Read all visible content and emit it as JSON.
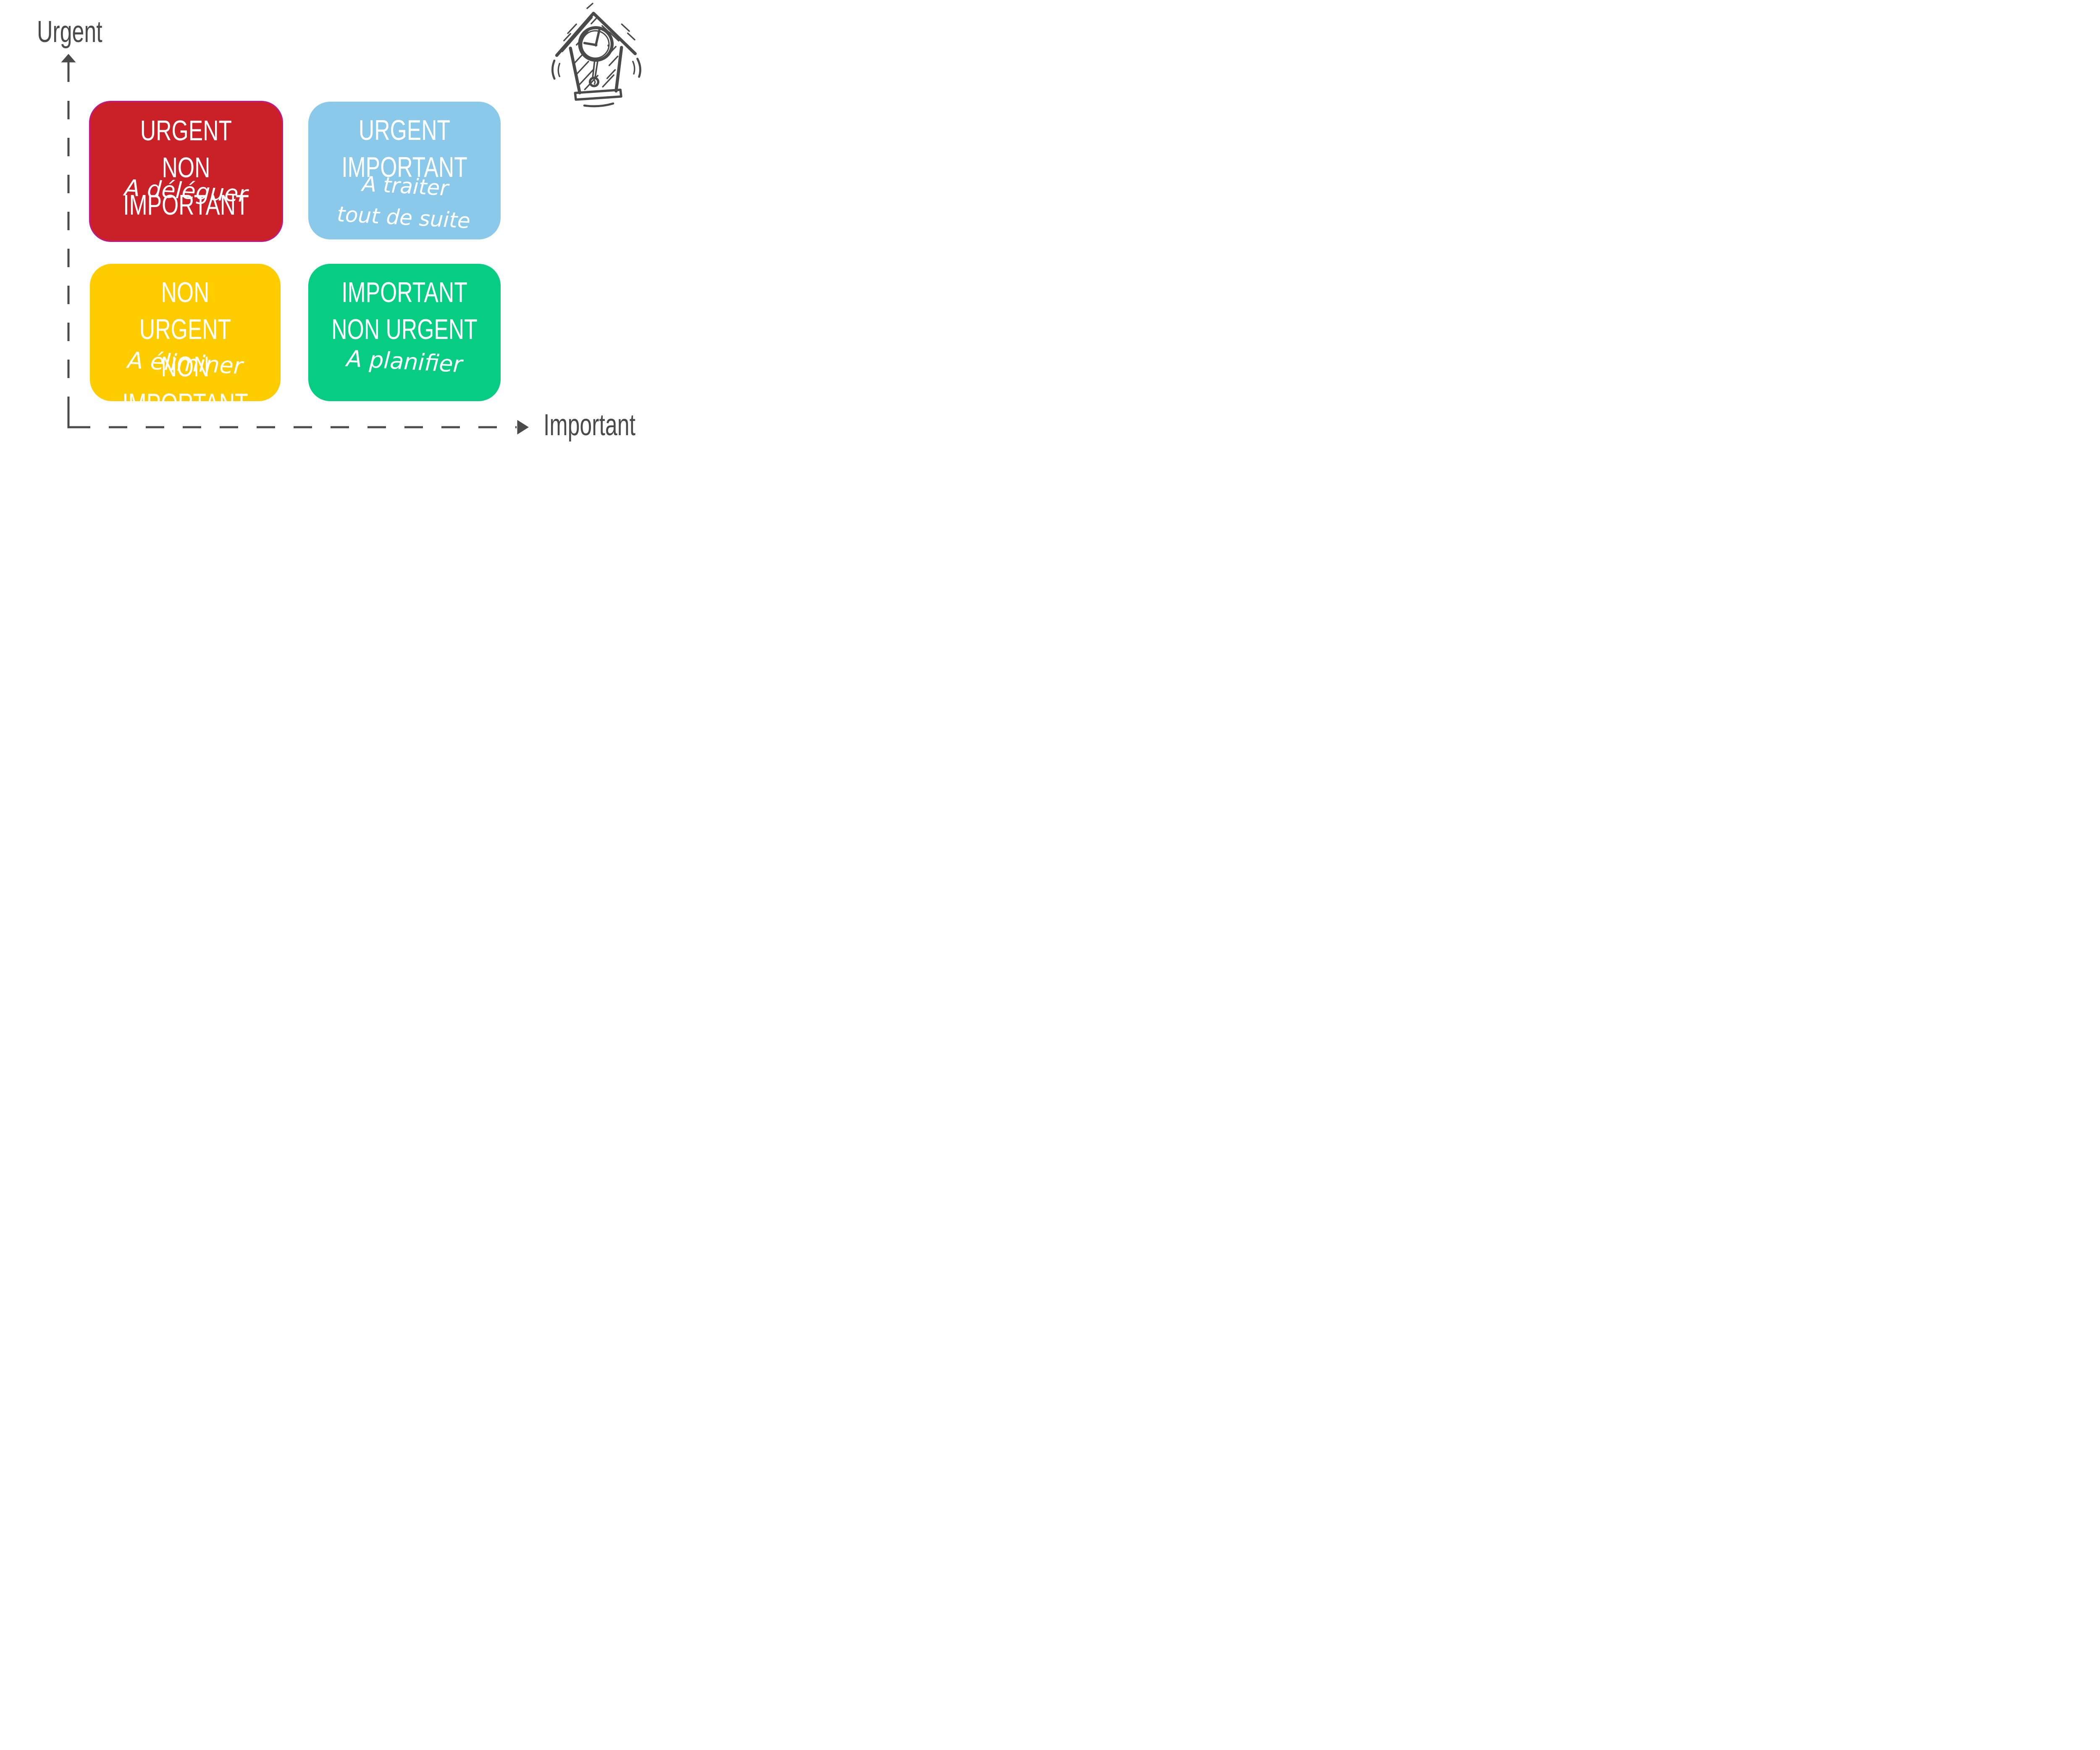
{
  "page": {
    "background": "#FFFFFF"
  },
  "palette": {
    "red": "#C92127",
    "red_border": "#C2188C",
    "blue": "#8BC9EA",
    "yellow": "#FFCC00",
    "green": "#07CC83",
    "axis_gray": "#4A4A4A",
    "text_on_box": "#FFFFFF"
  },
  "axes": {
    "y_label": "Urgent",
    "x_label": "Important"
  },
  "quadrants": [
    {
      "name": "urgent-non-important",
      "title_lines": [
        "URGENT",
        "NON IMPORTANT"
      ],
      "action_lines": [
        "A déléguer"
      ]
    },
    {
      "name": "urgent-important",
      "title_lines": [
        "URGENT",
        "IMPORTANT"
      ],
      "action_lines": [
        "A traiter",
        "tout de suite"
      ]
    },
    {
      "name": "non-urgent-non-important",
      "title_lines": [
        "NON URGENT",
        "NON IMPORTANT"
      ],
      "action_lines": [
        "A éliminer"
      ]
    },
    {
      "name": "important-non-urgent",
      "title_lines": [
        "IMPORTANT",
        "NON URGENT"
      ],
      "action_lines": [
        "A planifier"
      ]
    }
  ],
  "icon": {
    "name": "cuckoo-clock"
  }
}
